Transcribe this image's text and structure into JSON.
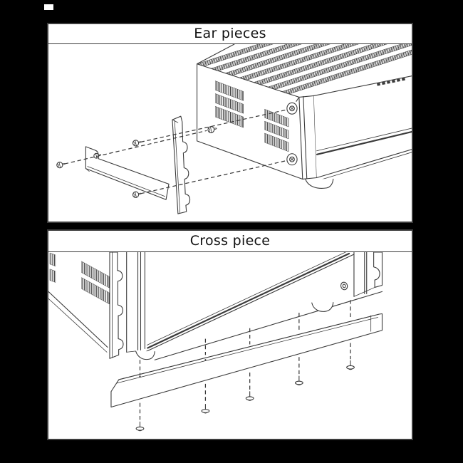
{
  "colors": {
    "bg": "#000000",
    "panel-bg": "#ffffff",
    "panel-border": "#3c3c3c",
    "ink": "#3a3a3a",
    "title-ink": "#111111"
  },
  "panels": [
    {
      "title": "Ear pieces",
      "illustration": {
        "subject": "amplifier-front-left-isometric-exploded-view",
        "icons": [
          "amplifier-unit",
          "vent-grille",
          "ear-bracket",
          "rack-ear-strip",
          "mounting-screw",
          "screw-hole",
          "alignment-dashed-line",
          "brand-logo-marks"
        ],
        "mounting_screws": 4,
        "screw_holes": 2
      }
    },
    {
      "title": "Cross piece",
      "illustration": {
        "subject": "amplifier-bottom-front-view-with-cross-piece",
        "icons": [
          "amplifier-unit",
          "rack-ear-strip",
          "cross-piece-bar",
          "mounting-screw",
          "screw-hole",
          "amplifier-foot",
          "alignment-dashed-line"
        ],
        "mounting_screws": 5,
        "screw_holes": 1
      }
    }
  ]
}
